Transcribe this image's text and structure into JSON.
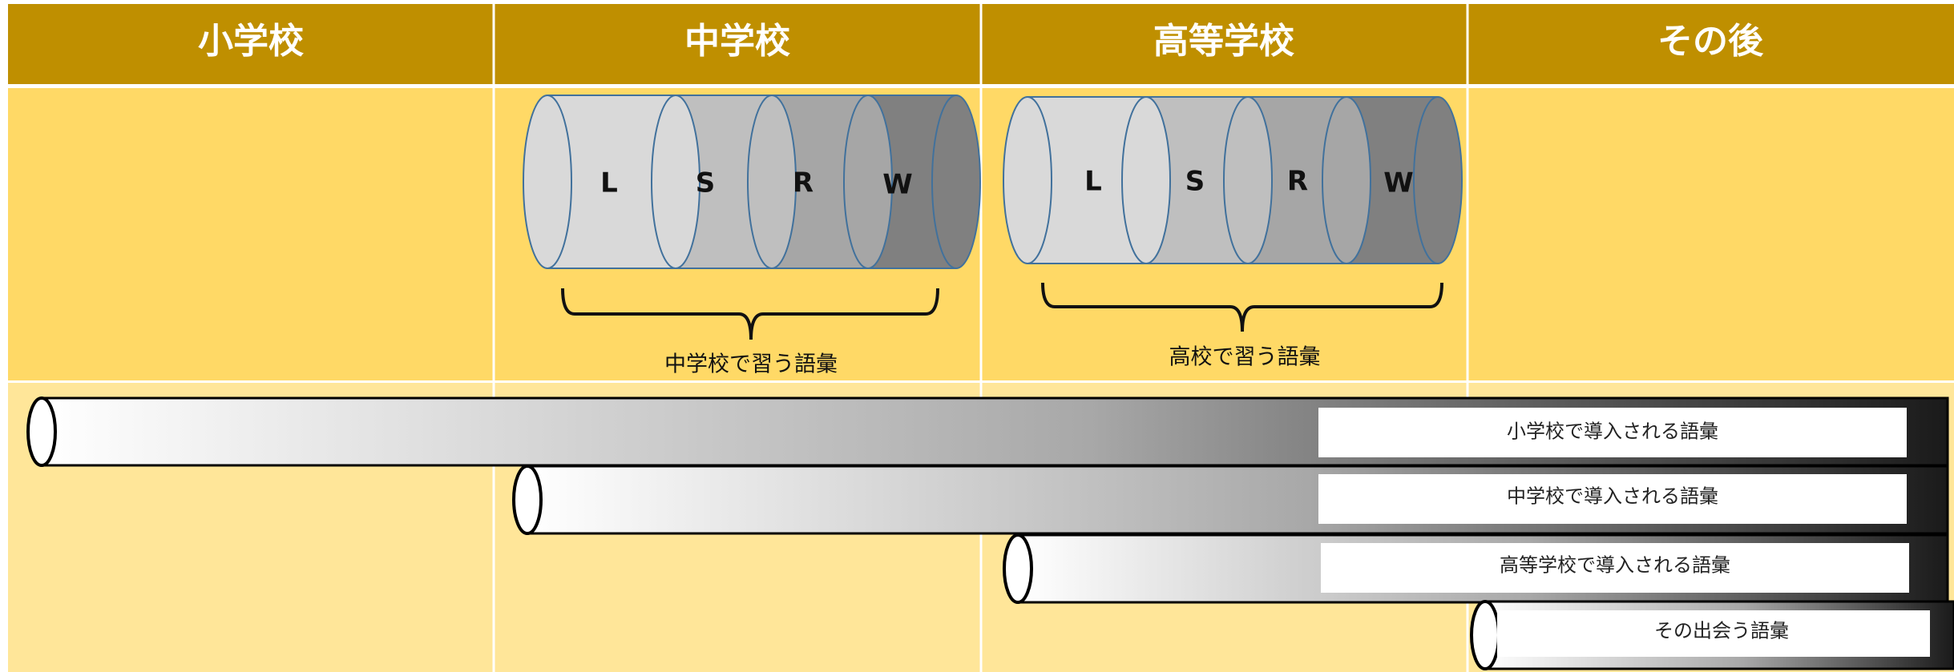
{
  "columns": [
    {
      "label": "小学校"
    },
    {
      "label": "中学校"
    },
    {
      "label": "高等学校"
    },
    {
      "label": "その後"
    }
  ],
  "cylinders": [
    {
      "segments": [
        "L",
        "S",
        "R",
        "W"
      ],
      "caption": "中学校で習う語彙"
    },
    {
      "segments": [
        "L",
        "S",
        "R",
        "W"
      ],
      "caption": "高校で習う語彙"
    }
  ],
  "tubes": [
    {
      "label": "小学校で導入される語彙"
    },
    {
      "label": "中学校で導入される語彙"
    },
    {
      "label": "高等学校で導入される語彙"
    },
    {
      "label": "その出会う語彙"
    }
  ],
  "colors": {
    "header_bg": "#BF8F00",
    "upper_band": "#FFD966",
    "lower_band": "#FFE699",
    "segment_1": "#D9D9D9",
    "segment_2": "#BFBFBF",
    "segment_3": "#A6A6A6",
    "segment_4": "#808080",
    "cylinder_outline": "#41719C"
  }
}
